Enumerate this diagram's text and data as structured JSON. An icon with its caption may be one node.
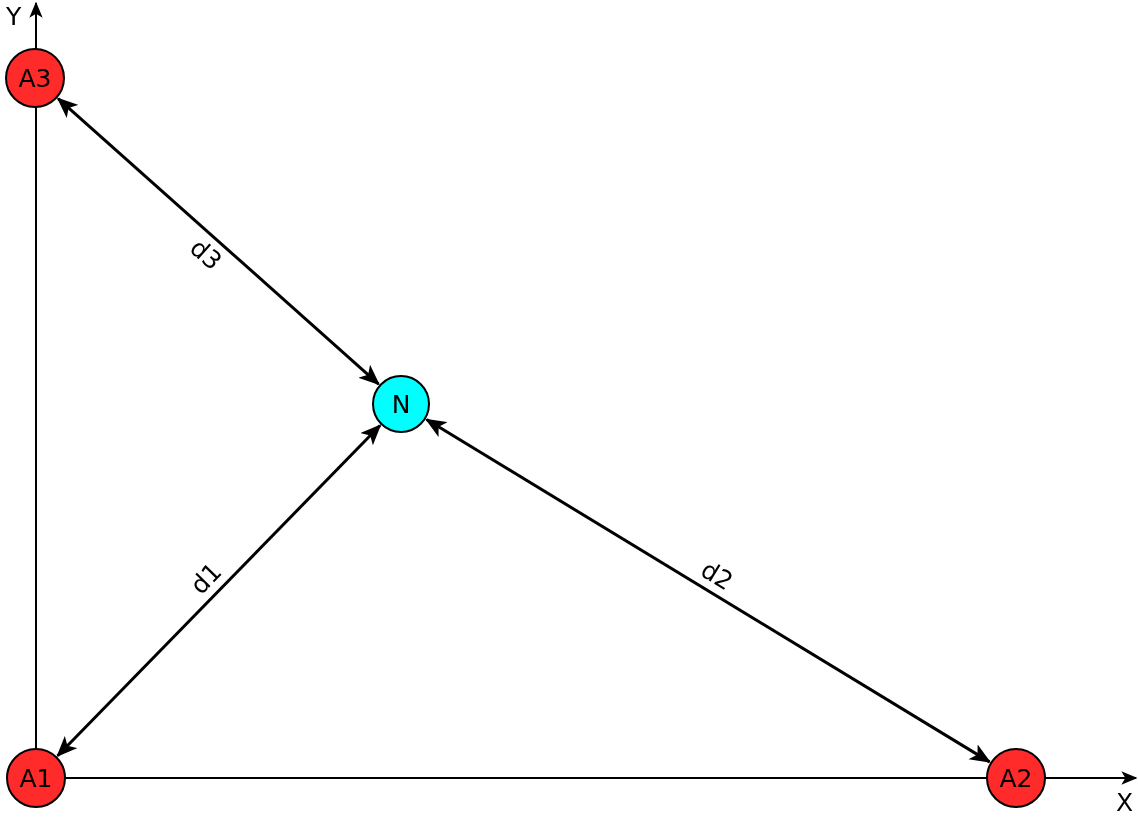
{
  "diagram": {
    "nodes": [
      {
        "text": [
          "A3"
        ]
      },
      {
        "text": [
          "N"
        ]
      },
      {
        "text": [
          "A1"
        ]
      },
      {
        "text": [
          "A2"
        ]
      }
    ],
    "edges": [
      {
        "from": 0,
        "to": 1,
        "arrow": "both",
        "label": "d3"
      },
      {
        "from": 2,
        "to": 1,
        "arrow": "both",
        "label": "d1"
      },
      {
        "from": 1,
        "to": 3,
        "arrow": "both",
        "label": "d2"
      }
    ],
    "labels": [
      "Y",
      "X"
    ]
  }
}
